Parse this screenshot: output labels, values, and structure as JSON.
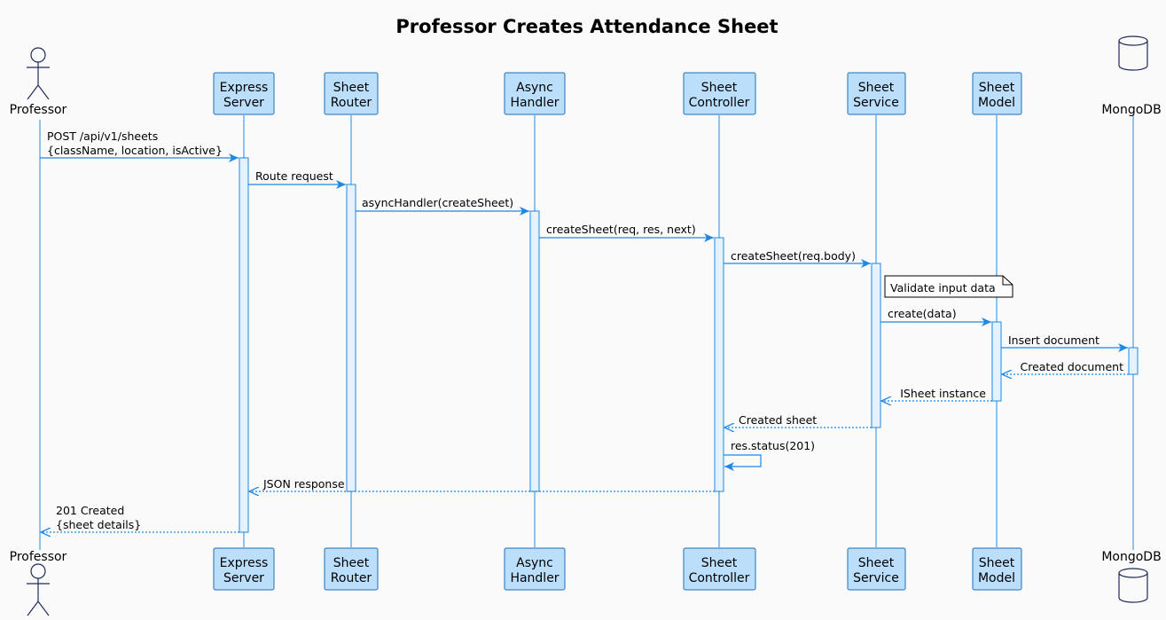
{
  "diagram": {
    "title": "Professor Creates Attendance Sheet",
    "participants": {
      "professor": {
        "label": "Professor"
      },
      "express": {
        "line1": "Express",
        "line2": "Server"
      },
      "router": {
        "line1": "Sheet",
        "line2": "Router"
      },
      "async": {
        "line1": "Async",
        "line2": "Handler"
      },
      "controller": {
        "line1": "Sheet",
        "line2": "Controller"
      },
      "service": {
        "line1": "Sheet",
        "line2": "Service"
      },
      "model": {
        "line1": "Sheet",
        "line2": "Model"
      },
      "mongodb": {
        "label": "MongoDB"
      }
    },
    "messages": {
      "m1_line1": "POST /api/v1/sheets",
      "m1_line2": "{className, location, isActive}",
      "m2": "Route request",
      "m3": "asyncHandler(createSheet)",
      "m4": "createSheet(req, res, next)",
      "m5": "createSheet(req.body)",
      "note": "Validate input data",
      "m6": "create(data)",
      "m7": "Insert document",
      "m8": "Created document",
      "m9": "ISheet instance",
      "m10": "Created sheet",
      "m11": "res.status(201)",
      "m12": "JSON response",
      "m13_line1": "201 Created",
      "m13_line2": "{sheet details}"
    },
    "colors": {
      "participant_fill": "#bbdefb",
      "line": "#1e88e5",
      "activation_fill": "#e3f2fd",
      "background": "#fafafa"
    }
  }
}
